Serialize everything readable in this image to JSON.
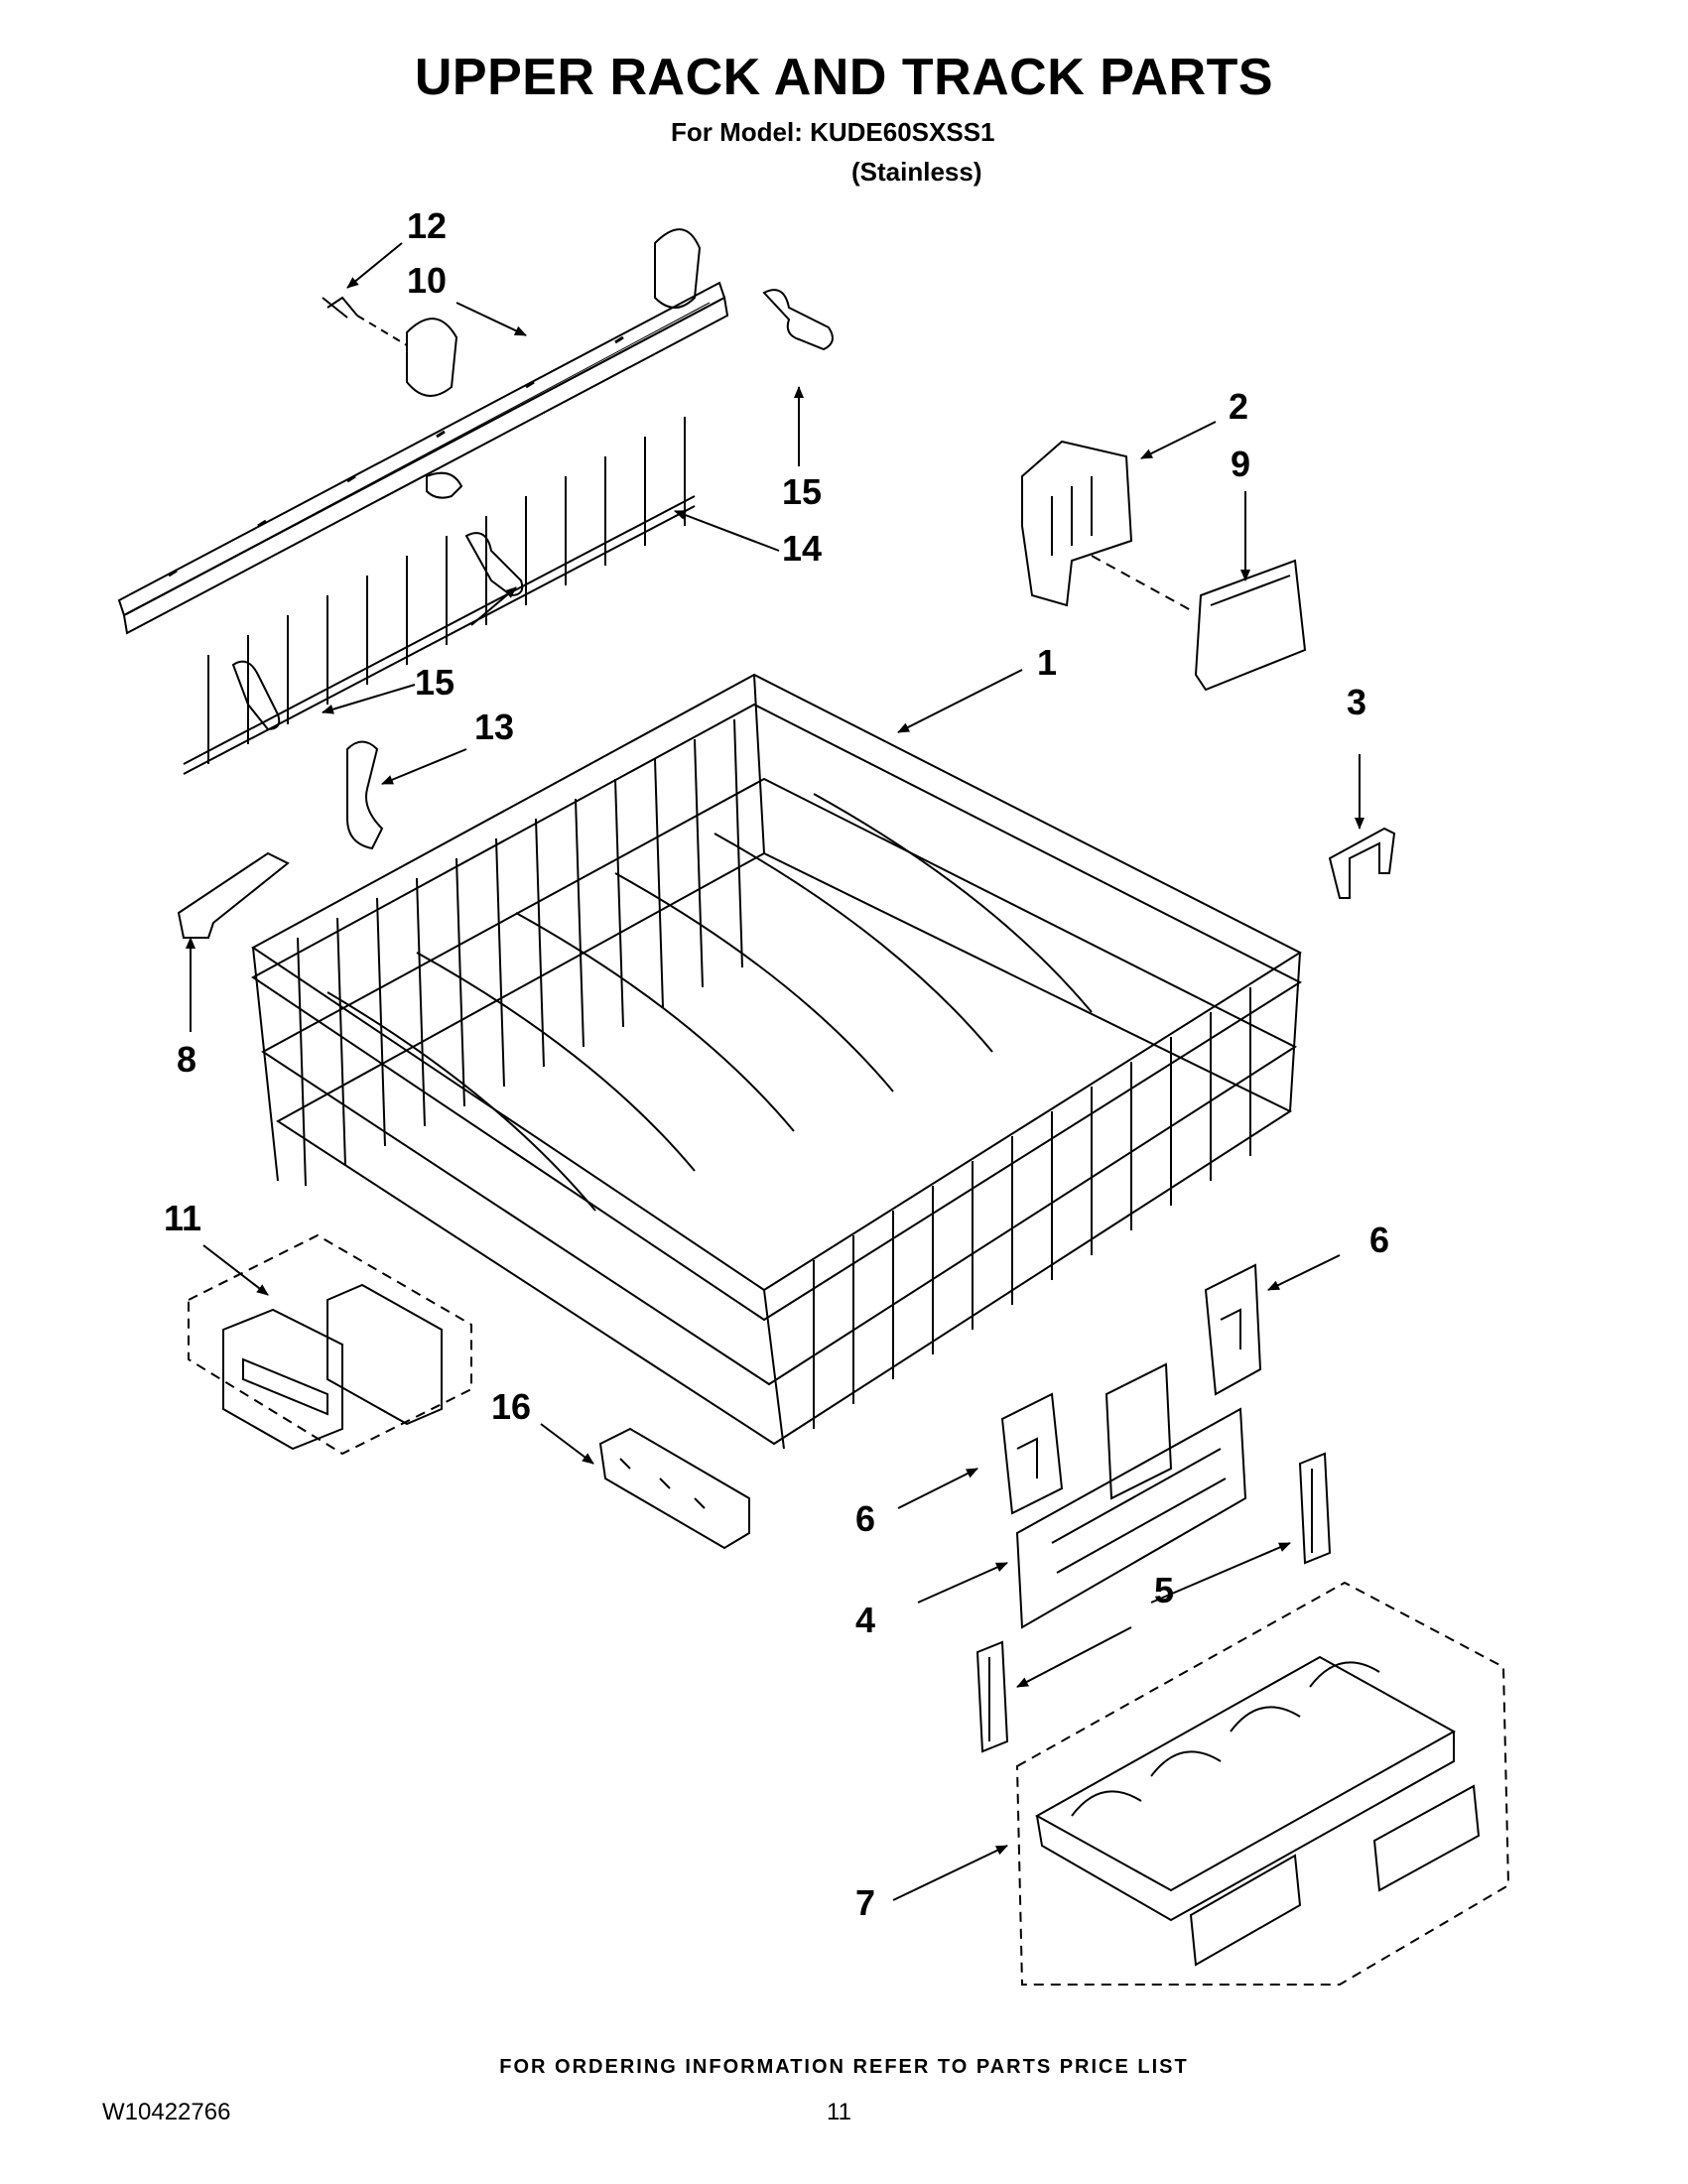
{
  "header": {
    "title": "UPPER RACK AND TRACK PARTS",
    "model_line": "For Model: KUDE60SXSS1",
    "variant": "(Stainless)"
  },
  "callouts": [
    "1",
    "2",
    "3",
    "4",
    "5",
    "6",
    "6",
    "7",
    "8",
    "9",
    "10",
    "11",
    "12",
    "13",
    "14",
    "15",
    "15",
    "16"
  ],
  "footer": {
    "note": "FOR ORDERING INFORMATION REFER TO PARTS PRICE LIST",
    "doc_code": "W10422766",
    "page": "11"
  }
}
